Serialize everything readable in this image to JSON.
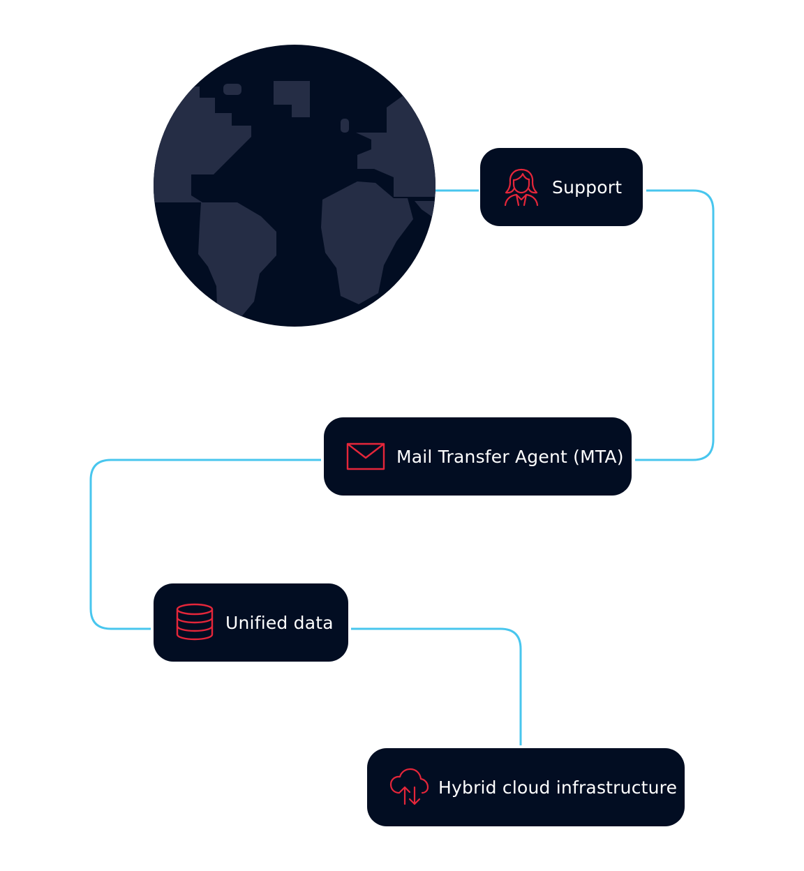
{
  "colors": {
    "node_background": "#020d22",
    "globe_ocean": "#020d22",
    "globe_land": "#252d45",
    "connector": "#48c6ee",
    "icon_accent": "#e5263a",
    "label_text": "#ffffff",
    "page_background": "#ffffff"
  },
  "nodes": {
    "support": {
      "label": "Support",
      "icon": "support-agent-icon"
    },
    "mta": {
      "label": "Mail Transfer Agent (MTA)",
      "icon": "envelope-icon"
    },
    "unified": {
      "label": "Unified data",
      "icon": "database-icon"
    },
    "hybrid": {
      "label": "Hybrid cloud infrastructure",
      "icon": "cloud-sync-icon"
    }
  },
  "globe": {
    "icon": "globe-icon"
  },
  "connections": [
    {
      "from": "globe",
      "to": "support"
    },
    {
      "from": "support",
      "to": "mta"
    },
    {
      "from": "mta",
      "to": "unified"
    },
    {
      "from": "unified",
      "to": "hybrid"
    }
  ]
}
